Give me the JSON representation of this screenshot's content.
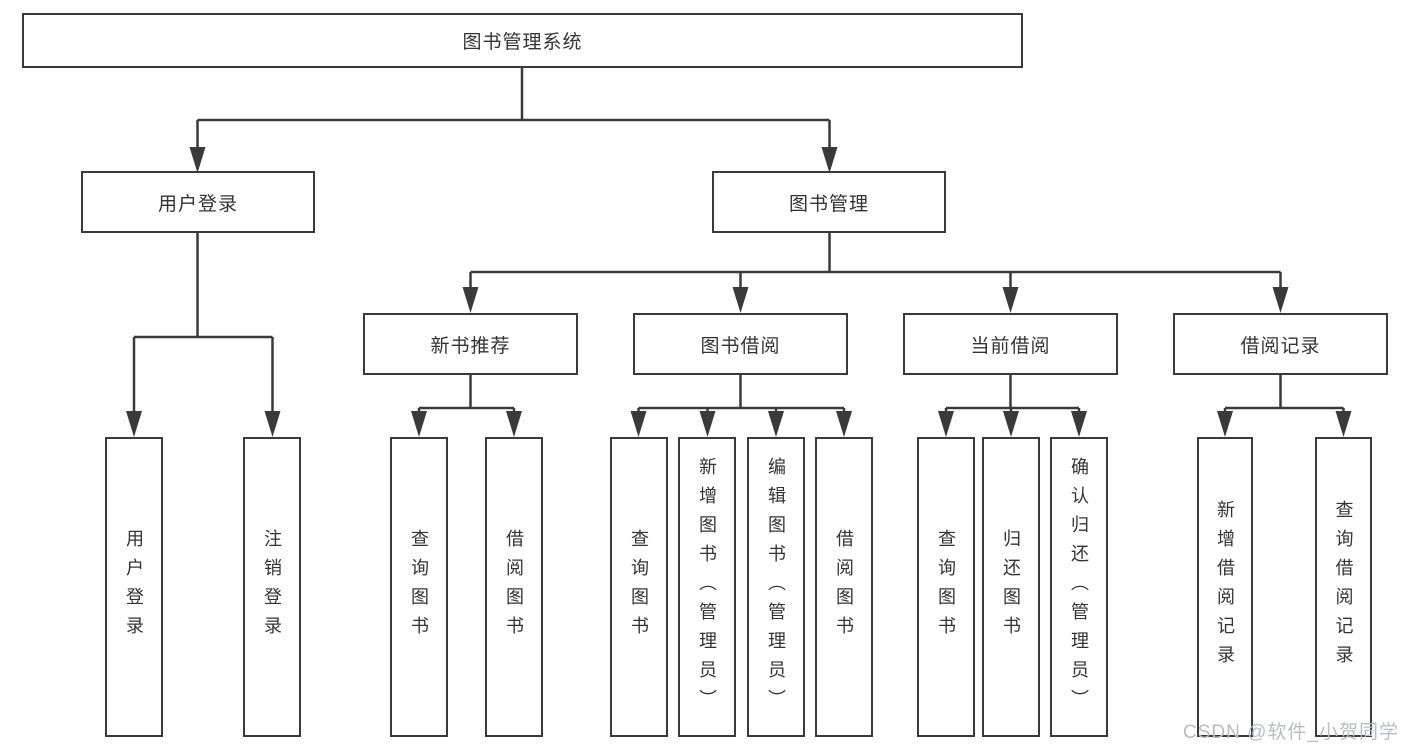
{
  "diagram": {
    "root": {
      "label": "图书管理系统"
    },
    "level1": [
      {
        "label": "用户登录"
      },
      {
        "label": "图书管理"
      }
    ],
    "level2": [
      {
        "label": "新书推荐"
      },
      {
        "label": "图书借阅"
      },
      {
        "label": "当前借阅"
      },
      {
        "label": "借阅记录"
      }
    ],
    "leaves": [
      {
        "label": "用户登录"
      },
      {
        "label": "注销登录"
      },
      {
        "label": "查询图书"
      },
      {
        "label": "借阅图书"
      },
      {
        "label": "查询图书"
      },
      {
        "label": "新增图书（管理员）"
      },
      {
        "label": "编辑图书（管理员）"
      },
      {
        "label": "借阅图书"
      },
      {
        "label": "查询图书"
      },
      {
        "label": "归还图书"
      },
      {
        "label": "确认归还（管理员）"
      },
      {
        "label": "新增借阅记录"
      },
      {
        "label": "查询借阅记录"
      }
    ],
    "colors": {
      "line": "#3a3a3a",
      "border": "#3a3a3a",
      "text": "#333333",
      "background": "#ffffff",
      "watermark": "#b9bcc2"
    }
  },
  "watermark": {
    "text": "CSDN @软件_小贺同学"
  }
}
